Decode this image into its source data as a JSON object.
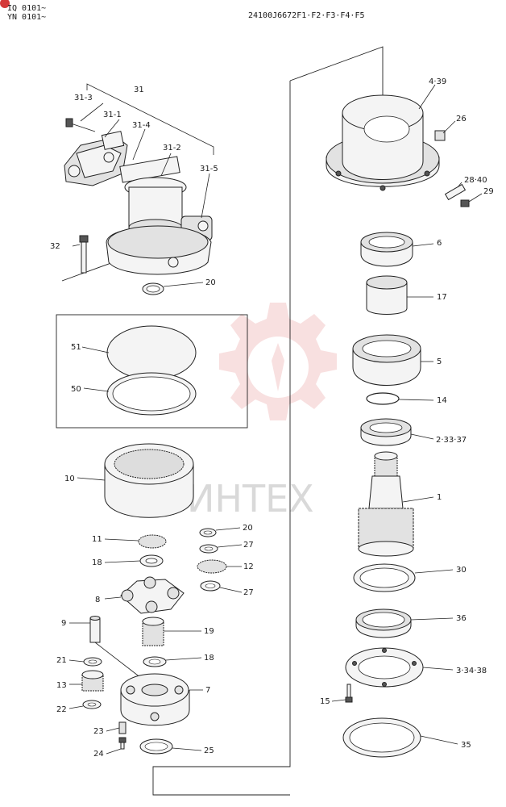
{
  "header": {
    "serial_line_1": "IQ 0101~",
    "serial_line_2": "YN 0101~",
    "drawing_code": "24100J6672F1·F2·F3·F4·F5"
  },
  "watermark": {
    "text": "ИНТЕХ"
  },
  "parts": {
    "p1": "1",
    "p2": "2·33·37",
    "p3": "3·34·38",
    "p4": "4·39",
    "p5": "5",
    "p6": "6",
    "p7": "7",
    "p8": "8",
    "p9": "9",
    "p10": "10",
    "p11": "11",
    "p12": "12",
    "p13": "13",
    "p14": "14",
    "p15": "15",
    "p17": "17",
    "p18a": "18",
    "p18b": "18",
    "p19": "19",
    "p20a": "20",
    "p20b": "20",
    "p21": "21",
    "p22": "22",
    "p23": "23",
    "p24": "24",
    "p25": "25",
    "p26": "26",
    "p27a": "27",
    "p27b": "27",
    "p2840": "28·40",
    "p29": "29",
    "p30": "30",
    "p31": "31",
    "p31_1": "31-1",
    "p31_2": "31-2",
    "p31_3": "31-3",
    "p31_4": "31-4",
    "p31_5": "31-5",
    "p32": "32",
    "p35": "35",
    "p36": "36",
    "p50": "50",
    "p51": "51"
  }
}
